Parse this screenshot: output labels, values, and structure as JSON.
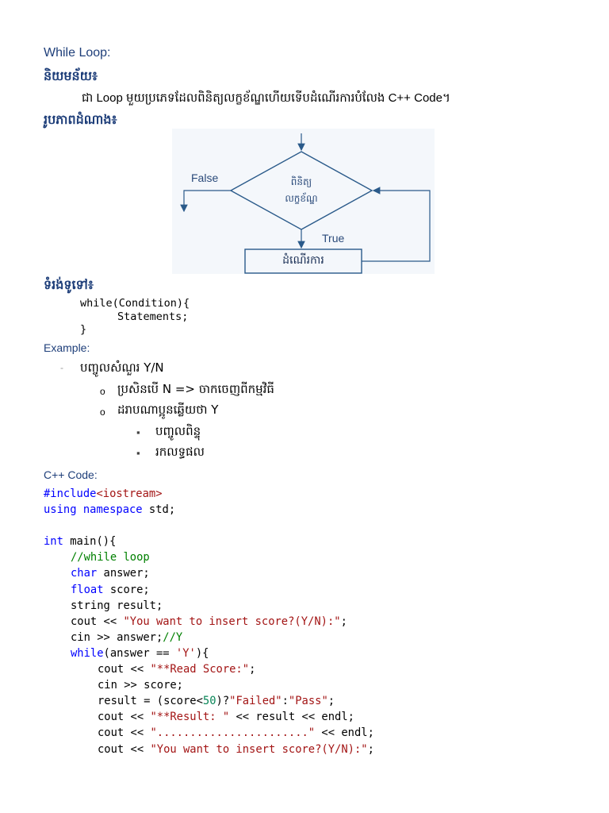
{
  "title": "While Loop:",
  "definition_heading": "និយមន័យ៖",
  "definition_text": "ជា Loop មួយប្រភេទដែលពិនិត្យលក្ខខ័ណ្ឌហើយទើបដំណើរការបំលែង C++ Code។",
  "diagram_heading": "រូបភាពដំណាង៖",
  "flowchart": {
    "decision_line1": "ពិនិត្យ",
    "decision_line2": "លក្ខខ័ណ្ឌ",
    "false_label": "False",
    "true_label": "True",
    "process_label": "ដំណើរការ"
  },
  "syntax_heading": "ទំរង់ទូទៅ៖",
  "syntax_lines": [
    "while(Condition){",
    "Statements;",
    "}"
  ],
  "example_heading": "Example:",
  "example_items": {
    "dash": "-",
    "level1": "បញ្ចូលសំណួរ Y/N",
    "level2_a": "ប្រសិនបើ N => ចាកចេញពីកម្មវិធី",
    "level2_b": "ដរាបណាប្អូនឆ្លើយថា Y",
    "level3_a": "បញ្ចូលពិន្ទុ",
    "level3_b": "រកលទ្ធផល",
    "bullet_circle": "o",
    "bullet_square": "▪"
  },
  "code_heading": "C++ Code:",
  "code": {
    "l1_pp": "#include",
    "l1_inc": "<iostream>",
    "l2_kw1": "using",
    "l2_kw2": "namespace",
    "l2_rest": " std;",
    "l3_kw": "int",
    "l3_rest": " main(){",
    "l4_cmt": "//while loop",
    "l5_kw": "char",
    "l5_rest": " answer;",
    "l6_kw": "float",
    "l6_rest": " score;",
    "l7": "string result;",
    "l8_a": "cout << ",
    "l8_str": "\"You want to insert score?(Y/N):\"",
    "l8_b": ";",
    "l9_a": "cin >> answer;",
    "l9_cmt": "//Y",
    "l10_kw": "while",
    "l10_a": "(answer == ",
    "l10_str": "'Y'",
    "l10_b": "){",
    "l11_a": "cout << ",
    "l11_str": "\"**Read Score:\"",
    "l11_b": ";",
    "l12": "cin >> score;",
    "l13_a": "result = (score<",
    "l13_num": "50",
    "l13_b": ")?",
    "l13_str1": "\"Failed\"",
    "l13_c": ":",
    "l13_str2": "\"Pass\"",
    "l13_d": ";",
    "l14_a": "cout << ",
    "l14_str": "\"**Result: \"",
    "l14_b": " << result << endl;",
    "l15_a": "cout << ",
    "l15_str": "\".......................\"",
    "l15_b": " << endl;",
    "l16_a": "cout << ",
    "l16_str": "\"You want to insert score?(Y/N):\"",
    "l16_b": ";"
  }
}
